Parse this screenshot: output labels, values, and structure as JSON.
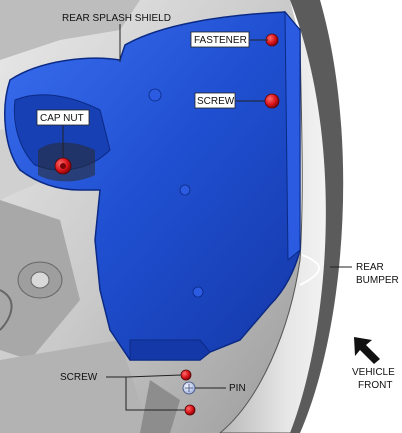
{
  "labels": {
    "rear_splash_shield": "REAR SPLASH SHIELD",
    "fastener": "FASTENER",
    "screw_upper": "SCREW",
    "cap_nut": "CAP NUT",
    "rear_bumper_line1": "REAR",
    "rear_bumper_line2": "BUMPER",
    "screw_lower": "SCREW",
    "pin": "PIN",
    "vehicle_front_line1": "VEHICLE",
    "vehicle_front_line2": "FRONT"
  },
  "colors": {
    "shield_blue": "#1f4fd0",
    "shield_dark": "#0f2e8f",
    "fastener_red": "#d8141a",
    "body_gray": "#d9d9d9",
    "shadow_gray": "#8a8a8a"
  },
  "icons": {
    "vehicle_front_arrow": "arrow-up-left-icon"
  }
}
